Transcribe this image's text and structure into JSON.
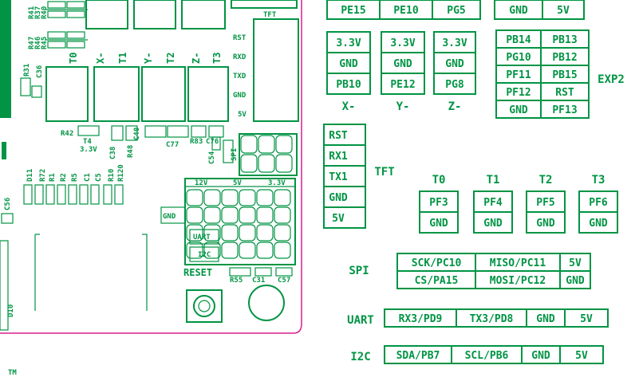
{
  "pins_top": [
    [
      "PE15",
      "PE10",
      "PG5"
    ]
  ],
  "gnd5v_top": [
    "GND",
    "5V"
  ],
  "tft_label_top": "TFT",
  "probe_blocks": [
    {
      "rows": [
        "3.3V",
        "GND",
        "PB10"
      ],
      "label": "X-"
    },
    {
      "rows": [
        "3.3V",
        "GND",
        "PE12"
      ],
      "label": "Y-"
    },
    {
      "rows": [
        "3.3V",
        "GND",
        "PG8"
      ],
      "label": "Z-"
    }
  ],
  "exp2": {
    "label": "EXP2",
    "rows": [
      [
        "PB14",
        "PB13"
      ],
      [
        "PG10",
        "PB12"
      ],
      [
        "PF11",
        "PB15"
      ],
      [
        "PF12",
        "RST"
      ],
      [
        "GND",
        "PF13"
      ]
    ]
  },
  "tft": {
    "label": "TFT",
    "rows": [
      "RST",
      "RX1",
      "TX1",
      "GND",
      "5V"
    ]
  },
  "thermistors": [
    {
      "label": "T0",
      "pin": "PF3",
      "gnd": "GND"
    },
    {
      "label": "T1",
      "pin": "PF4",
      "gnd": "GND"
    },
    {
      "label": "T2",
      "pin": "PF5",
      "gnd": "GND"
    },
    {
      "label": "T3",
      "pin": "PF6",
      "gnd": "GND"
    }
  ],
  "spi": {
    "label": "SPI",
    "rows": [
      [
        "SCK/PC10",
        "MISO/PC11",
        "5V"
      ],
      [
        "CS/PA15",
        "MOSI/PC12",
        "GND"
      ]
    ]
  },
  "uart": {
    "label": "UART",
    "cells": [
      "RX3/PD9",
      "TX3/PD8",
      "GND",
      "5V"
    ]
  },
  "i2c": {
    "label": "I2C",
    "cells": [
      "SDA/PB7",
      "SCL/PB6",
      "GND",
      "5V"
    ]
  },
  "board": {
    "tft_conn": "TFT",
    "tft_pins": [
      "RST",
      "RXD",
      "TXD",
      "GND",
      "5V"
    ],
    "motor_labels": [
      "T0",
      "X-",
      "T1",
      "Y-",
      "T2",
      "Z-",
      "T3"
    ],
    "resistors_top": [
      "R41",
      "R37",
      "R40",
      "R47",
      "R46",
      "R45"
    ],
    "r31": "R31",
    "c36": "C36",
    "r42": "R42",
    "t4": "T4",
    "v33": "3.3V",
    "small_labels": [
      "C38",
      "R48",
      "C40",
      "C77",
      "R83",
      "C76",
      "C54",
      "SPI"
    ],
    "left_parts": [
      "D11",
      "R72",
      "R1",
      "R2",
      "R5",
      "C1",
      "C5",
      "R10",
      "R120"
    ],
    "c56": "C56",
    "d10": "D10",
    "hdr_labels": [
      "12V",
      "5V",
      "3.3V"
    ],
    "gnd_lbl": "GND",
    "uart_lbl": "UART",
    "i2c_lbl": "I2C",
    "reset": "RESET",
    "bottom_parts": [
      "R55",
      "C31",
      "C57"
    ],
    "tm": "TM"
  }
}
